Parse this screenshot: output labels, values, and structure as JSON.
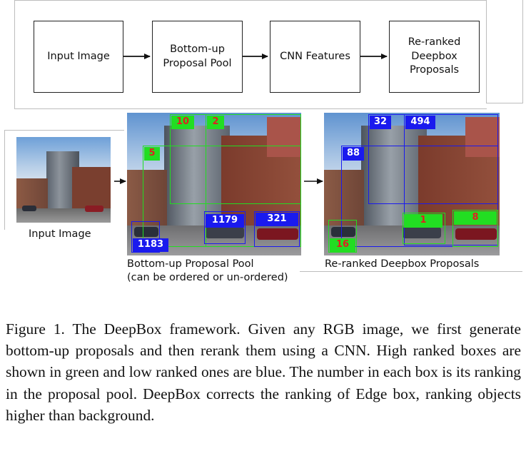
{
  "pipeline": {
    "steps": [
      {
        "label": "Input Image"
      },
      {
        "label": "Bottom-up\nProposal Pool"
      },
      {
        "label": "CNN Features"
      },
      {
        "label": "Re-ranked\nDeepbox\nProposals"
      }
    ]
  },
  "figure": {
    "input_label": "Input Image",
    "pool_caption_line1": "Bottom-up Proposal Pool",
    "pool_caption_line2": "(can be ordered or un-ordered)",
    "reranked_caption": "Re-ranked Deepbox Proposals",
    "pool_tags": [
      {
        "text": "10",
        "color": "green"
      },
      {
        "text": "2",
        "color": "green"
      },
      {
        "text": "5",
        "color": "green"
      },
      {
        "text": "1179",
        "color": "blue"
      },
      {
        "text": "321",
        "color": "blue"
      },
      {
        "text": "1183",
        "color": "blue"
      }
    ],
    "reranked_tags": [
      {
        "text": "32",
        "color": "blue"
      },
      {
        "text": "494",
        "color": "blue"
      },
      {
        "text": "88",
        "color": "blue"
      },
      {
        "text": "1",
        "color": "green"
      },
      {
        "text": "8",
        "color": "green"
      },
      {
        "text": "16",
        "color": "green"
      }
    ],
    "colors": {
      "high_rank": "#22dd22",
      "low_rank": "#1a1aee",
      "green_tag_text": "#e02020",
      "blue_tag_text": "#ffffff"
    }
  },
  "caption": {
    "text": "Figure 1. The DeepBox framework.  Given any RGB image, we first generate bottom-up proposals and then rerank them using a CNN. High ranked boxes are shown in green and low ranked ones are blue.  The number in each box is its ranking in the proposal pool. DeepBox corrects the ranking of Edge box, ranking objects higher than background."
  }
}
